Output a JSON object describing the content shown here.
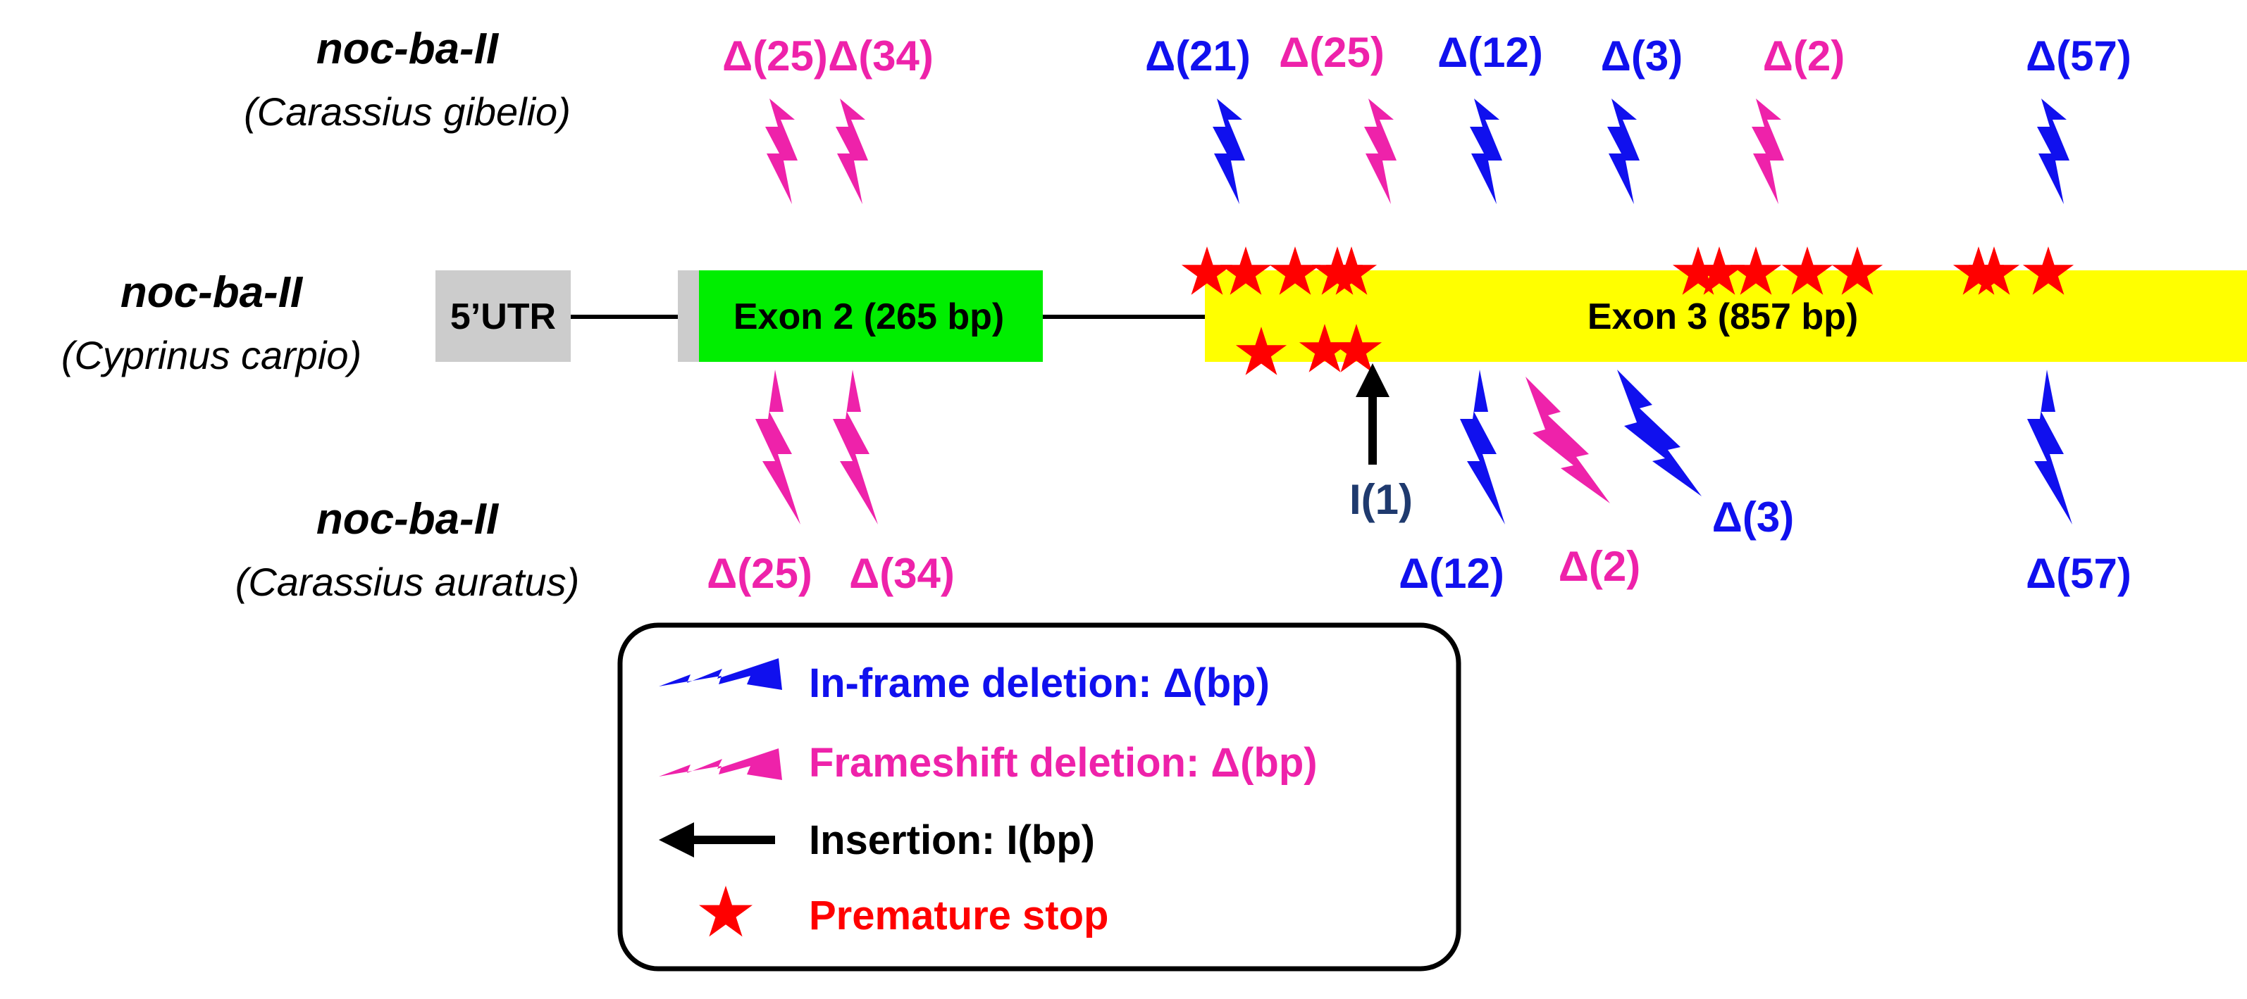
{
  "species": {
    "top": {
      "name": "noc-ba-II",
      "sub": "(Carassius gibelio)"
    },
    "middle": {
      "name": "noc-ba-II",
      "sub": "(Cyprinus carpio)"
    },
    "bottom": {
      "name": "noc-ba-II",
      "sub": "(Carassius auratus)"
    }
  },
  "gene": {
    "utr_label": "5’UTR",
    "exon2_label": "Exon 2 (265 bp)",
    "exon3_label": "Exon 3 (857 bp)"
  },
  "colors": {
    "in_frame": "#1010EE",
    "frameshift": "#EE22AA",
    "insertion": "#000000",
    "stop": "#FF0000",
    "exon2": "#00EE00",
    "exon3": "#FFFF00",
    "utr": "#CCCCCC",
    "insertion_label": "#1F3A6E"
  },
  "mutations": {
    "top": [
      {
        "label": "Δ(25)",
        "kind": "frameshift"
      },
      {
        "label": "Δ(34)",
        "kind": "frameshift"
      },
      {
        "label": "Δ(21)",
        "kind": "in_frame"
      },
      {
        "label": "Δ(25)",
        "kind": "frameshift"
      },
      {
        "label": "Δ(12)",
        "kind": "in_frame"
      },
      {
        "label": "Δ(3)",
        "kind": "in_frame"
      },
      {
        "label": "Δ(2)",
        "kind": "frameshift"
      },
      {
        "label": "Δ(57)",
        "kind": "in_frame"
      }
    ],
    "bottom": [
      {
        "label": "Δ(25)",
        "kind": "frameshift"
      },
      {
        "label": "Δ(34)",
        "kind": "frameshift"
      },
      {
        "label": "Δ(12)",
        "kind": "in_frame"
      },
      {
        "label": "Δ(2)",
        "kind": "frameshift"
      },
      {
        "label": "Δ(3)",
        "kind": "in_frame"
      },
      {
        "label": "Δ(57)",
        "kind": "in_frame"
      }
    ],
    "insertion": {
      "label": "I(1)",
      "kind": "insertion"
    }
  },
  "legend": {
    "in_frame": "In-frame deletion: Δ(bp)",
    "frameshift": "Frameshift deletion: Δ(bp)",
    "insertion": "Insertion: I(bp)",
    "stop": "Premature stop"
  }
}
